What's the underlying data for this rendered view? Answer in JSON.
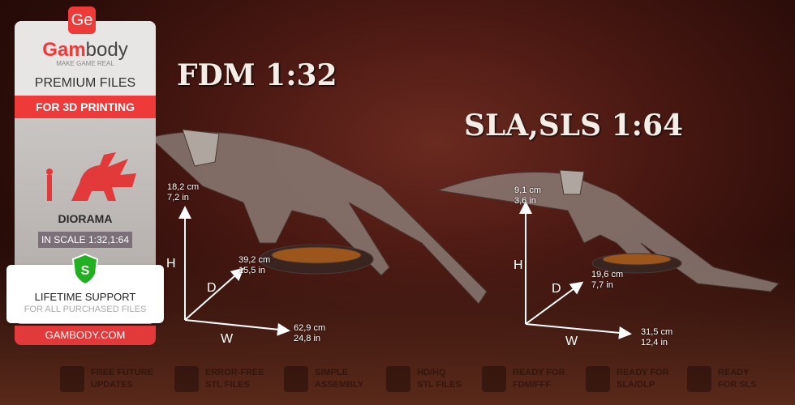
{
  "panel": {
    "logo_badge": "Ge",
    "brand_red": "Gam",
    "brand_rest": "body",
    "tagline": "MAKE GAME REAL",
    "premium": "PREMIUM FILES",
    "for3d": "FOR 3D PRINTING",
    "category": "DIORAMA",
    "scale": "IN SCALE 1:32,1:64",
    "shield_letter": "S",
    "support_title": "LIFETIME SUPPORT",
    "support_sub": "FOR ALL PURCHASED FILES",
    "site": "GAMBODY.COM"
  },
  "fdm": {
    "title": "FDM 1:32",
    "h": [
      "18,2 cm",
      "7,2 in"
    ],
    "d": [
      "39,2 cm",
      "15,5 in"
    ],
    "w": [
      "62,9 cm",
      "24,8 in"
    ]
  },
  "sla": {
    "title": "SLA,SLS 1:64",
    "h": [
      "9,1 cm",
      "3,6 in"
    ],
    "d": [
      "19,6 cm",
      "7,7 in"
    ],
    "w": [
      "31,5 cm",
      "12,4 in"
    ]
  },
  "axes": {
    "h": "H",
    "d": "D",
    "w": "W"
  },
  "features": [
    {
      "l1": "FREE FUTURE",
      "l2": "UPDATES",
      "icon": "sync-icon"
    },
    {
      "l1": "ERROR-FREE",
      "l2": "STL FILES",
      "icon": "file-check-icon"
    },
    {
      "l1": "SIMPLE",
      "l2": "ASSEMBLY",
      "icon": "puzzle-icon"
    },
    {
      "l1": "HD/HQ",
      "l2": "STL FILES",
      "icon": "bust-icon"
    },
    {
      "l1": "READY FOR",
      "l2": "FDM/FFF",
      "icon": "fdm-printer-icon"
    },
    {
      "l1": "READY FOR",
      "l2": "SLA/DLP",
      "icon": "sla-printer-icon"
    },
    {
      "l1": "READY",
      "l2": "FOR SLS",
      "icon": "sls-printer-icon"
    }
  ],
  "colors": {
    "accent": "#ef3a3a",
    "shield": "#22b022"
  }
}
